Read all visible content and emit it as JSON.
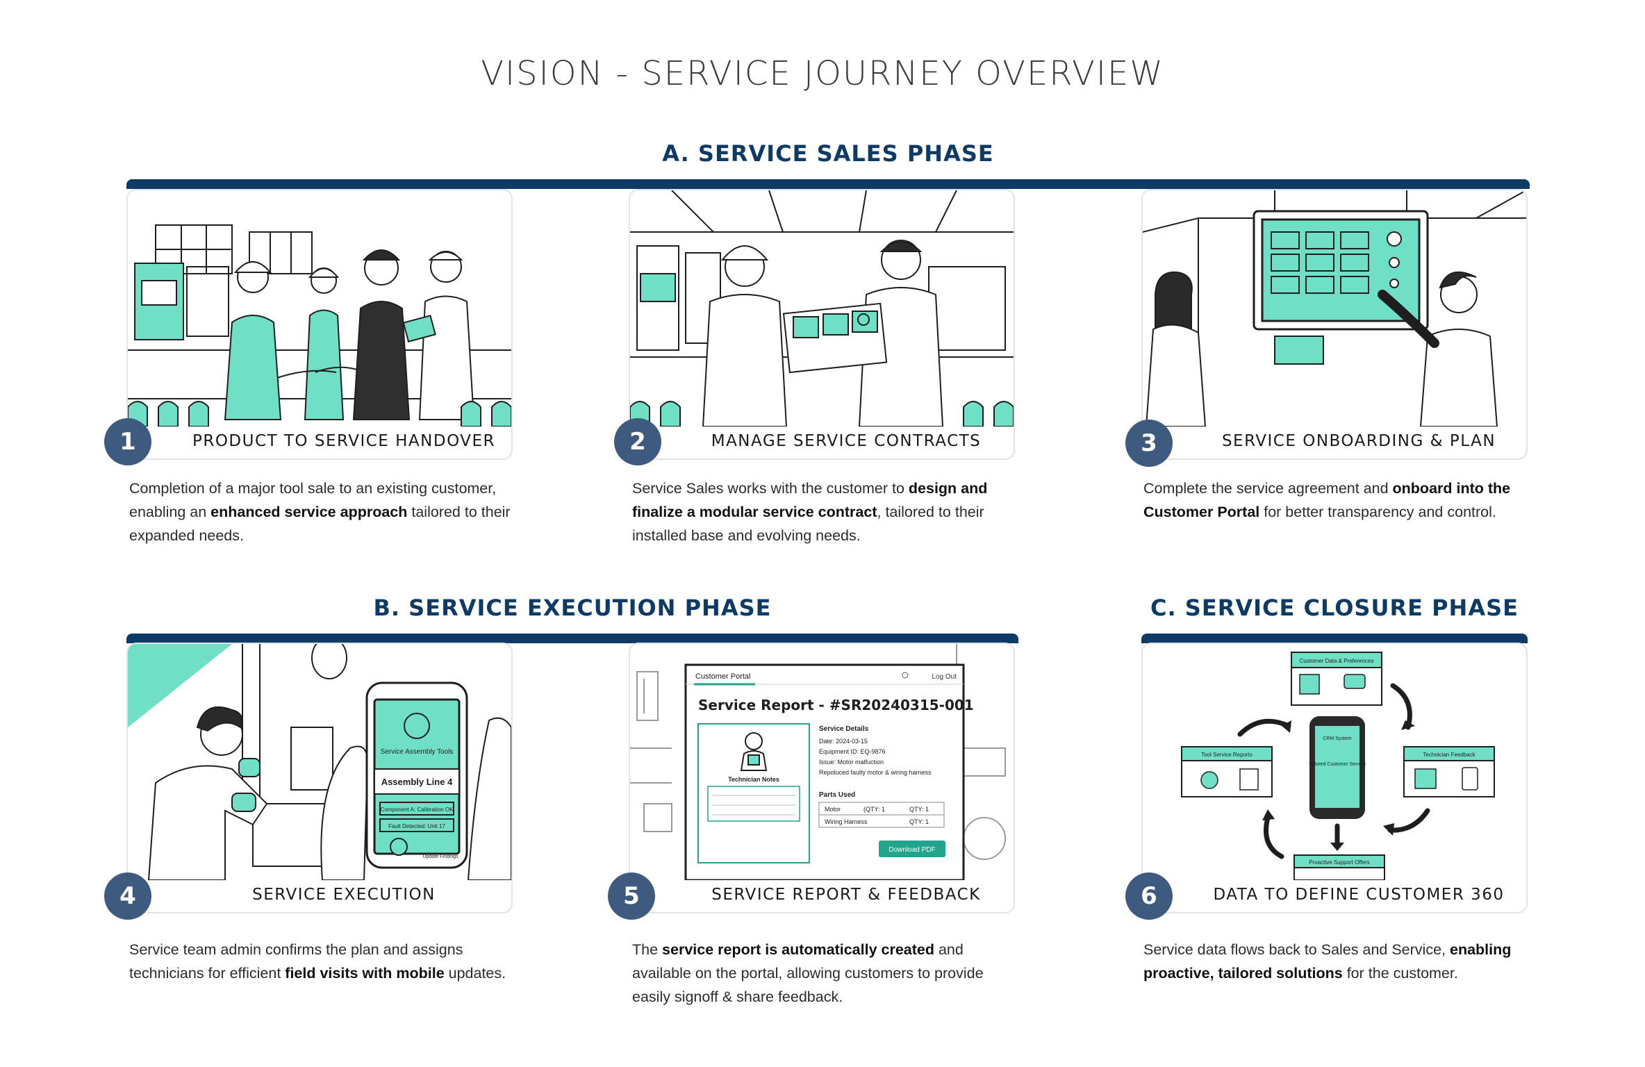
{
  "title": "VISION - SERVICE JOURNEY OVERVIEW",
  "phases": {
    "a": "A. SERVICE SALES PHASE",
    "b": "B. SERVICE EXECUTION PHASE",
    "c": "C. SERVICE CLOSURE PHASE"
  },
  "colors": {
    "navy": "#0e3a66",
    "badge": "#3e5a7e",
    "teal": "#6fe0c5",
    "ink": "#1e1e1e"
  },
  "steps": [
    {
      "number": "1",
      "label": "PRODUCT TO SERVICE HANDOVER",
      "desc": [
        {
          "t": "Completion of a major tool sale to an existing customer, enabling an "
        },
        {
          "t": "enhanced service approach",
          "b": true
        },
        {
          "t": " tailored to their expanded needs."
        }
      ]
    },
    {
      "number": "2",
      "label": "MANAGE SERVICE CONTRACTS",
      "desc": [
        {
          "t": "Service Sales works with the customer to "
        },
        {
          "t": "design and finalize a modular service contract",
          "b": true
        },
        {
          "t": ", tailored to their installed base and evolving needs."
        }
      ]
    },
    {
      "number": "3",
      "label": "SERVICE ONBOARDING & PLAN",
      "desc": [
        {
          "t": "Complete the service agreement and "
        },
        {
          "t": "onboard into the Customer Portal",
          "b": true
        },
        {
          "t": " for better transparency and control."
        }
      ]
    },
    {
      "number": "4",
      "label": "SERVICE EXECUTION",
      "desc": [
        {
          "t": "Service team admin confirms the plan and assigns technicians for efficient "
        },
        {
          "t": "field visits with mobile",
          "b": true
        },
        {
          "t": " updates."
        }
      ]
    },
    {
      "number": "5",
      "label": "SERVICE REPORT & FEEDBACK",
      "desc": [
        {
          "t": "The "
        },
        {
          "t": "service report is automatically created",
          "b": true
        },
        {
          "t": " and available on the portal, allowing customers to provide easily signoff & share feedback."
        }
      ]
    },
    {
      "number": "6",
      "label": "DATA TO DEFINE CUSTOMER 360",
      "desc": [
        {
          "t": "Service data flows back to Sales and Service, "
        },
        {
          "t": "enabling proactive, tailored solutions",
          "b": true
        },
        {
          "t": " for the customer."
        }
      ]
    }
  ],
  "phone4": {
    "title": "Service Assembly Tools",
    "line": "Assembly Line 4",
    "item1": "Component A: Calibration OK",
    "item2": "Fault Detected: Unit 17",
    "button": "Update Findings"
  },
  "report5": {
    "tab": "Customer Portal",
    "logout": "Log Out",
    "heading": "Service Report - #SR20240315-001",
    "notes": "Technician Notes",
    "details_title": "Service Details",
    "details": [
      "Date: 2024-03-15",
      "Equipment ID: EQ-9876",
      "Issue: Motor malfuction",
      "Repoluced faulty motor & wiring harness"
    ],
    "parts_title": "Parts Used",
    "parts": [
      {
        "name": "Motor",
        "qty1": "(QTY: 1",
        "qty2": "QTY: 1"
      },
      {
        "name": "Wiring Harness",
        "qty1": "",
        "qty2": "QTY: 1"
      }
    ],
    "button": "Download PDF"
  },
  "crm6": {
    "top": "Customer Data & Preferences",
    "left": "Tool Service Reports",
    "right": "Technician Feedback",
    "bottom": "Proactive Support Offers",
    "center": "CRM System",
    "center2": "Tailored Customer Service"
  }
}
